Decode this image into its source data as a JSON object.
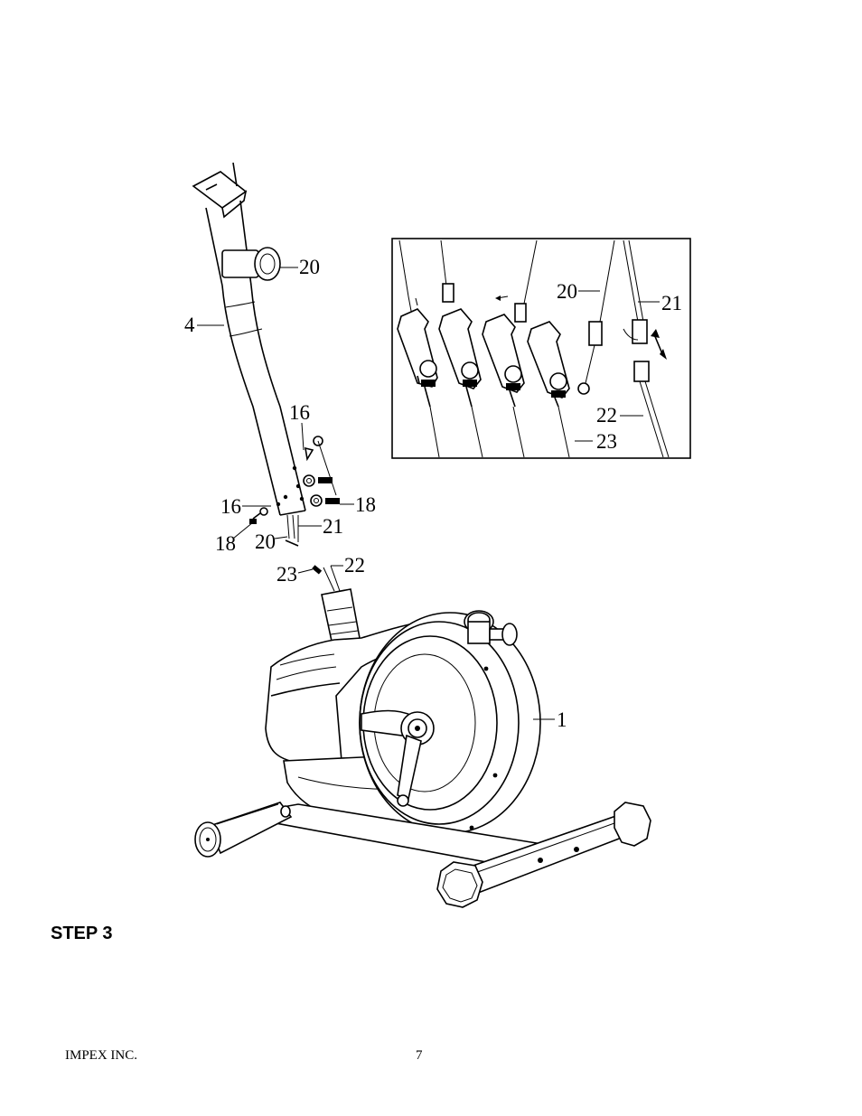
{
  "callouts": {
    "handlebar_knob": "20",
    "handlebar_post": "4",
    "bolt_upper": "16",
    "bolt_left": "16",
    "washer_right": "18",
    "washer_left": "18",
    "cable_lower_20": "20",
    "cable_lower_21": "21",
    "cable_23": "23",
    "cable_22": "22",
    "main_frame": "1",
    "inset_20": "20",
    "inset_21": "21",
    "inset_22": "22",
    "inset_23": "23"
  },
  "step_heading": "STEP 3",
  "footer": {
    "company": "IMPEX INC.",
    "page_number": "7"
  }
}
